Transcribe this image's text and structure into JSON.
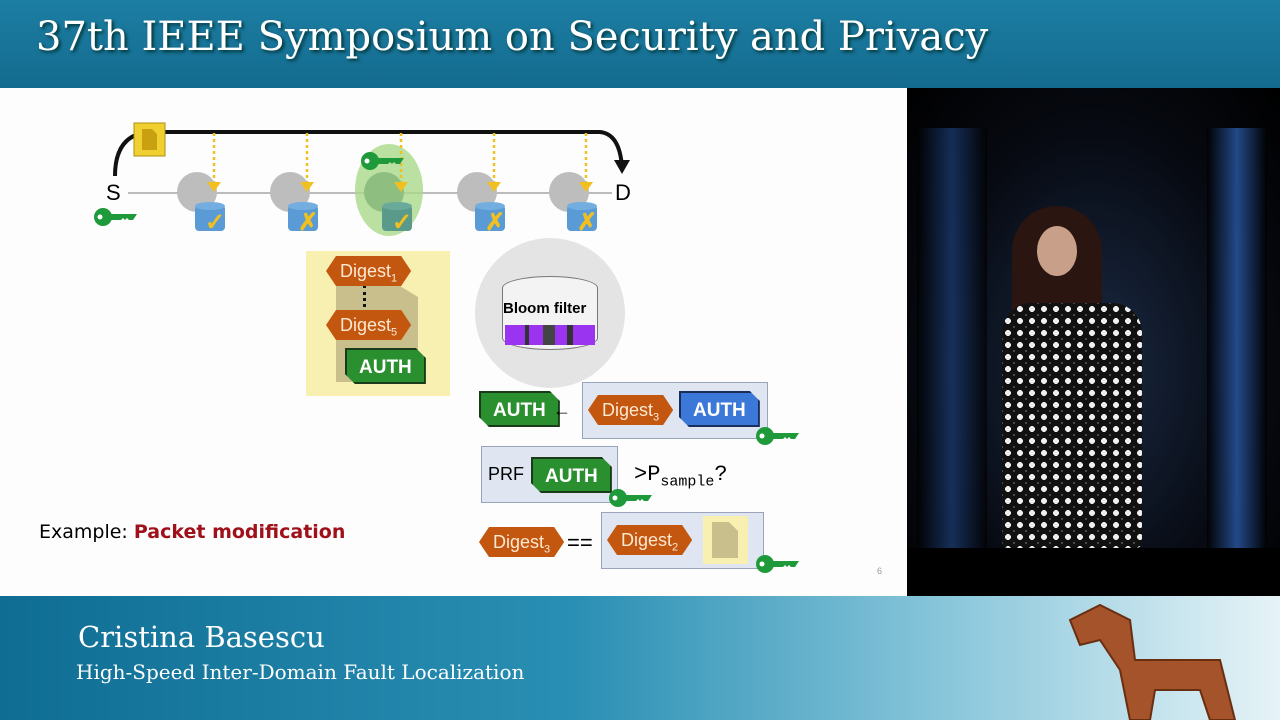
{
  "header": {
    "conference_title": "37th IEEE Symposium on Security and Privacy"
  },
  "slide": {
    "source_label": "S",
    "dest_label": "D",
    "digest_1": "Digest",
    "digest_1_sub": "1",
    "digest_5": "Digest",
    "digest_5_sub": "5",
    "auth": "AUTH",
    "bloom_filter": "Bloom filter",
    "digest_3": "Digest",
    "digest_3_sub": "3",
    "digest_2": "Digest",
    "digest_2_sub": "2",
    "prf": "PRF",
    "compare_op": "==",
    "psample_prefix": ">P",
    "psample_sub": "sample",
    "psample_suffix": "?",
    "example_label": "Example: ",
    "example_value": "Packet modification",
    "page_number": "6",
    "node_results": [
      "check",
      "cross",
      "check",
      "cross",
      "cross"
    ],
    "colors": {
      "digest": "#c4570f",
      "auth_green": "#2a8f2e",
      "auth_blue": "#3b78d8",
      "accent_red": "#a0101a",
      "key": "#1f9a3a"
    }
  },
  "footer": {
    "speaker": "Cristina Basescu",
    "talk_title": "High-Speed Inter-Domain Fault Localization"
  }
}
